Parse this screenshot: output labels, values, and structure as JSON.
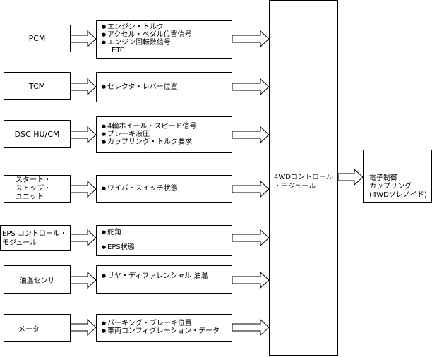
{
  "diagram": {
    "sources": [
      {
        "label": "PCM",
        "signals": [
          "エンジン・トルク",
          "アクセル・ペダル位置信号",
          "エンジン回転数信号",
          "ETC."
        ]
      },
      {
        "label": "TCM",
        "signals": [
          "セレクタ・レバー位置"
        ]
      },
      {
        "label": "DSC HU/CM",
        "signals": [
          "4輪ホイール・スピード信号",
          "ブレーキ液圧",
          "カップリング・トルク要求"
        ]
      },
      {
        "label": "スタート・\nストップ・\nユニット",
        "signals": [
          "ワイパ・スイッチ状態"
        ]
      },
      {
        "label": "EPS コントロール・\nモジュール",
        "signals": [
          "舵角",
          "EPS状態"
        ]
      },
      {
        "label": "油温センサ",
        "signals": [
          "リヤ・ディファレンシャル\n油温"
        ]
      },
      {
        "label": "メータ",
        "signals": [
          "パーキング・ブレーキ位置",
          "車両コンフィグレーション・データ"
        ]
      }
    ],
    "module_label": "4WDコントロール\n・モジュール",
    "output_label": "電子制御\nカップリング\n(4WDソレノイド)"
  }
}
